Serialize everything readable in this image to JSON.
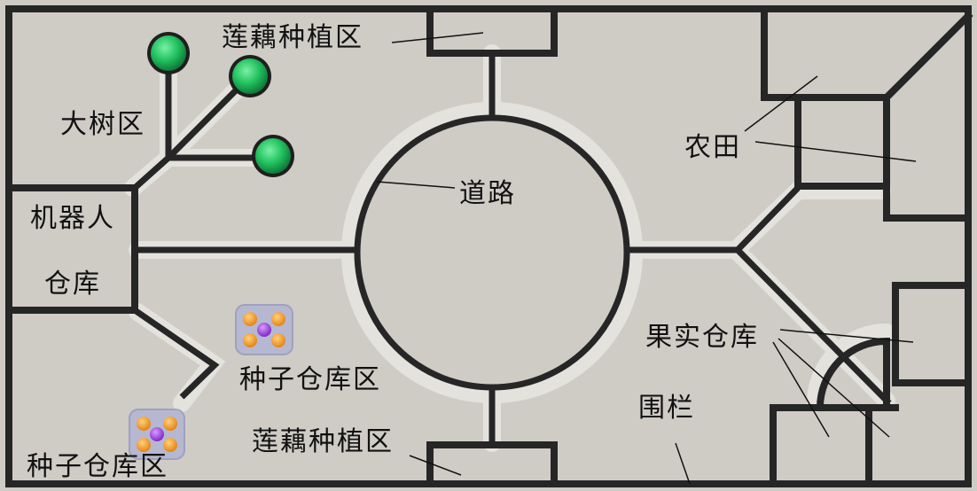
{
  "labels": {
    "lotus_top": "莲藕种植区",
    "lotus_bottom": "莲藕种植区",
    "big_tree": "大树区",
    "robot_line1": "机器人",
    "robot_line2": "仓库",
    "road": "道路",
    "farmland": "农田",
    "fruit_warehouse": "果实仓库",
    "fence": "围栏",
    "seed_warehouse_1": "种子仓库区",
    "seed_warehouse_2": "种子仓库区"
  },
  "colors": {
    "background": "#cfccc6",
    "wall": "#262626",
    "road_halo": "#e4e2dd",
    "tree": "#22c25f",
    "seed_box": "#b9bcd9",
    "seed_orange": "#f39a1d",
    "seed_purple": "#9b3fd6"
  },
  "icons": {
    "tree": "green-sphere-icon",
    "seed_box": "seed-crate-icon"
  }
}
